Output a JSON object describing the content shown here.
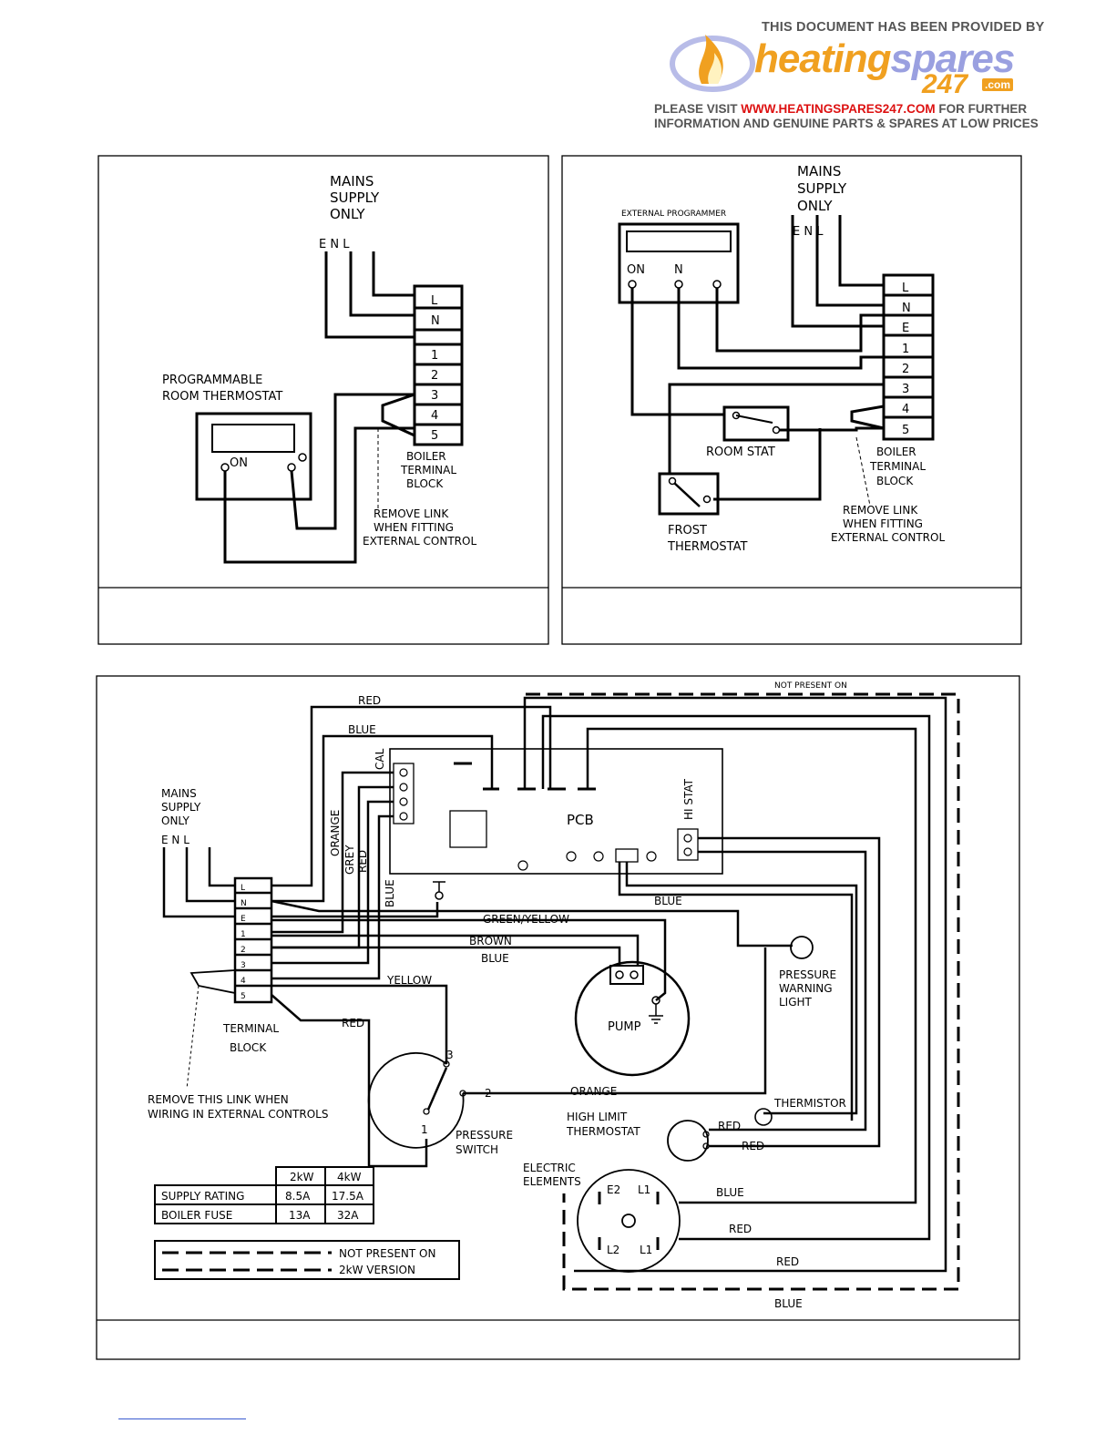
{
  "header": {
    "provided_by": "THIS DOCUMENT HAS BEEN PROVIDED BY",
    "logo_part1": "heating",
    "logo_part2": "spares",
    "logo_number": "247",
    "logo_com": ".com",
    "visit_prefix": "PLEASE VISIT",
    "visit_url": "WWW.HEATINGSPARES247.COM",
    "visit_suffix": "FOR FURTHER",
    "visit_line2": "INFORMATION AND GENUINE PARTS & SPARES AT LOW PRICES"
  },
  "panel1": {
    "mains_l1": "MAINS",
    "mains_l2": "SUPPLY",
    "mains_l3": "ONLY",
    "enl": "E  N  L",
    "terminals": [
      "L",
      "N",
      "1",
      "2",
      "3",
      "4",
      "5"
    ],
    "prog_l1": "PROGRAMMABLE",
    "prog_l2": "ROOM  THERMOSTAT",
    "on": "ON",
    "boiler_l1": "BOILER",
    "boiler_l2": "TERMINAL",
    "boiler_l3": "BLOCK",
    "remove_l1": "REMOVE LINK",
    "remove_l2": "WHEN FITTING",
    "remove_l3": "EXTERNAL  CONTROL"
  },
  "panel2": {
    "mains_l1": "MAINS",
    "mains_l2": "SUPPLY",
    "mains_l3": "ONLY",
    "enl": "E  N  L",
    "ext_prog": "EXTERNAL  PROGRAMMER",
    "on": "ON",
    "n": "N",
    "terminals": [
      "L",
      "N",
      "E",
      "1",
      "2",
      "3",
      "4",
      "5"
    ],
    "room_stat": "ROOM  STAT",
    "boiler_l1": "BOILER",
    "boiler_l2": "TERMINAL",
    "boiler_l3": "BLOCK",
    "frost_l1": "FROST",
    "frost_l2": "THERMOSTAT",
    "remove_l1": "REMOVE LINK",
    "remove_l2": "WHEN FITTING",
    "remove_l3": "EXTERNAL  CONTROL"
  },
  "panel3": {
    "mains_l1": "MAINS",
    "mains_l2": "SUPPLY",
    "mains_l3": "ONLY",
    "enl": "E  N  L",
    "terminals": [
      "L",
      "N",
      "E",
      "1",
      "2",
      "3",
      "4",
      "5"
    ],
    "wire_red_top": "RED",
    "wire_blue_top": "BLUE",
    "cal": "CAL",
    "pcb": "PCB",
    "hi_stat": "HI STAT",
    "orange": "ORANGE",
    "grey": "GREY",
    "red_v": "RED",
    "blue_v": "BLUE",
    "blue_h": "BLUE",
    "green_yellow": "GREEN/YELLOW",
    "brown": "BROWN",
    "blue_h2": "BLUE",
    "yellow": "YELLOW",
    "red_h": "RED",
    "terminal_block_l1": "TERMINAL",
    "terminal_block_l2": "BLOCK",
    "pump": "PUMP",
    "pressure_l1": "PRESSURE",
    "pressure_l2": "WARNING",
    "pressure_l3": "LIGHT",
    "remove_note_l1": "REMOVE  THIS  LINK  WHEN",
    "remove_note_l2": "WIRING  IN  EXTERNAL  CONTROLS",
    "orange_h": "ORANGE",
    "thermistor": "THERMISTOR",
    "high_limit_l1": "HIGH  LIMIT",
    "high_limit_l2": "THERMOSTAT",
    "red_hl": "RED",
    "red_hl2": "RED",
    "pressure_switch_l1": "PRESSURE",
    "pressure_switch_l2": "SWITCH",
    "ps_1": "1",
    "ps_2": "2",
    "ps_3": "3",
    "elements_l1": "ELECTRIC",
    "elements_l2": "ELEMENTS",
    "e2": "E2",
    "l1_top": "L1",
    "l2": "L2",
    "l1_bot": "L1",
    "blue_el": "BLUE",
    "red_el": "RED",
    "red_el2": "RED",
    "blue_bottom": "BLUE",
    "not_present_top": "NOT PRESENT ON",
    "table": {
      "headers": [
        "",
        "2kW",
        "4kW"
      ],
      "rows": [
        [
          "SUPPLY  RATING",
          "8.5A",
          "17.5A"
        ],
        [
          "BOILER  FUSE",
          "13A",
          "32A"
        ]
      ]
    },
    "legend_l1": "NOT PRESENT ON",
    "legend_l2": "2kW  VERSION"
  }
}
